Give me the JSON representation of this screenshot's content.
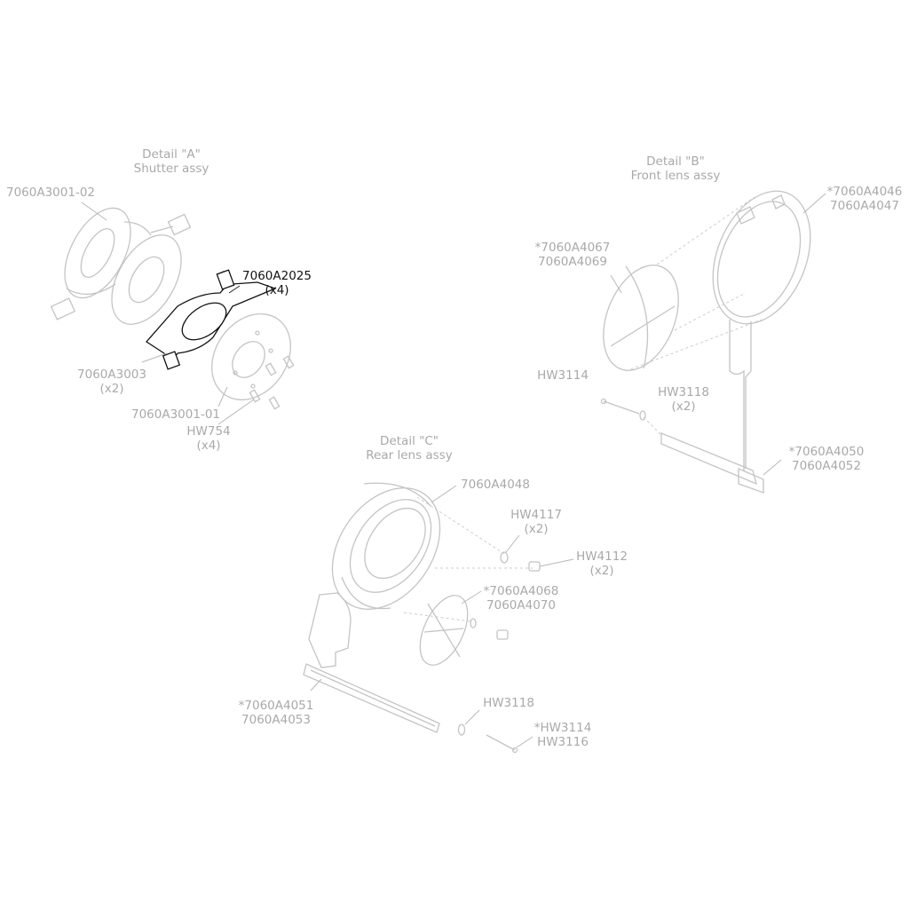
{
  "details": {
    "a": {
      "title": "Detail \"A\"",
      "subtitle": "Shutter assy"
    },
    "b": {
      "title": "Detail \"B\"",
      "subtitle": "Front lens assy"
    },
    "c": {
      "title": "Detail \"C\"",
      "subtitle": "Rear lens assy"
    }
  },
  "labels": {
    "a3001_02": "7060A3001-02",
    "a2025": "7060A2025",
    "a2025_qty": "(x4)",
    "a3003": "7060A3003",
    "a3003_qty": "(x2)",
    "a3001_01": "7060A3001-01",
    "hw754": "HW754",
    "hw754_qty": "(x4)",
    "a4046": "*7060A4046",
    "a4047": "7060A4047",
    "a4067": "*7060A4067",
    "a4069": "7060A4069",
    "hw3114_b": "HW3114",
    "hw3118_b": "HW3118",
    "hw3118_b_qty": "(x2)",
    "a4050": "*7060A4050",
    "a4052": "7060A4052",
    "a4048": "7060A4048",
    "hw4117": "HW4117",
    "hw4117_qty": "(x2)",
    "hw4112": "HW4112",
    "hw4112_qty": "(x2)",
    "a4068": "*7060A4068",
    "a4070": "7060A4070",
    "a4051": "*7060A4051",
    "a4053": "7060A4053",
    "hw3118_c": "HW3118",
    "hw3114_c": "*HW3114",
    "hw3116": "HW3116"
  },
  "colors": {
    "highlight": "#111111",
    "muted_text": "#a9a9a9",
    "muted_line": "#c4c4c4"
  }
}
